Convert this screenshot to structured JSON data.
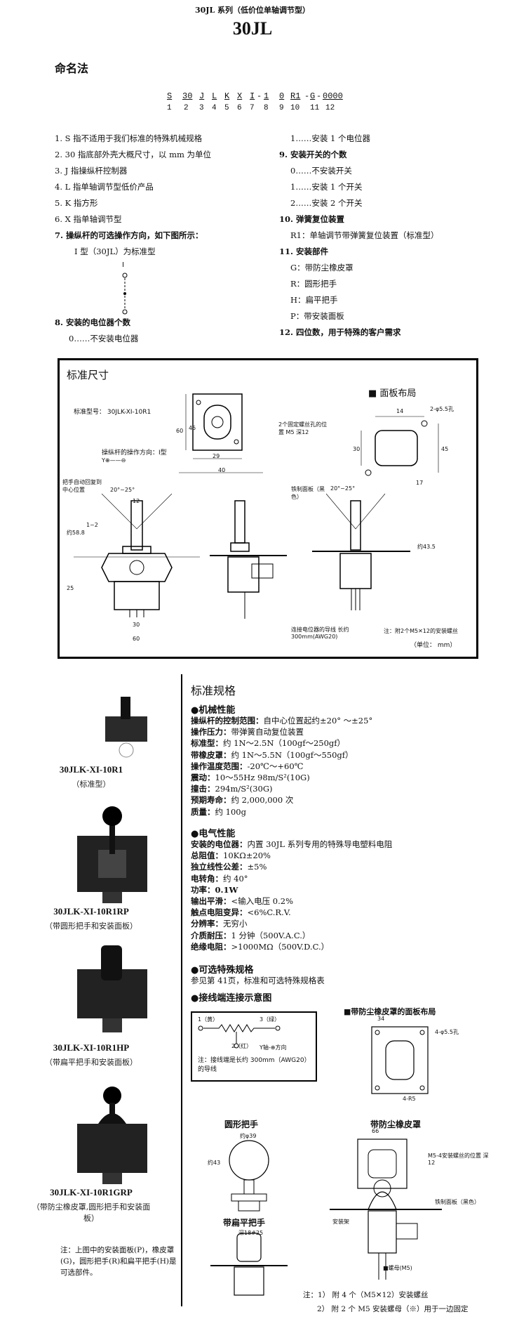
{
  "header": {
    "series": "30JL 系列（低价位单轴调节型）",
    "model": "30JL"
  },
  "naming": {
    "heading": "命名法",
    "code_parts": [
      "S",
      "30",
      "J",
      "L",
      "K",
      "X",
      "I",
      "1",
      "0",
      "R1",
      "G",
      "0000"
    ],
    "code_dashes": [
      "-",
      "-",
      "-"
    ],
    "part_numbers": [
      "1",
      "2",
      "3",
      "4",
      "5",
      "6",
      "7",
      "8",
      "9",
      "10",
      "11",
      "12"
    ],
    "left_items": [
      "1. S 指不适用于我们标准的特殊机械规格",
      "2. 30 指底部外壳大概尺寸，以 mm 为单位",
      "3. J 指操纵杆控制器",
      "4. L 指单轴调节型低价产品",
      "5. K 指方形",
      "6. X 指单轴调节型",
      "7. 操纵杆的可选操作方向，如下图所示：",
      "I 型（30JL）为标准型",
      "8. 安装的电位器个数",
      "0……不安装电位器"
    ],
    "right_items": [
      "1……安装 1 个电位器",
      "9. 安装开关的个数",
      "0……不安装开关",
      "1……安装 1 个开关",
      "2……安装 2 个开关",
      "10. 弹簧复位装置",
      "R1：单轴调节带弹簧复位装置（标准型）",
      "11. 安装部件",
      "G：带防尘橡皮罩",
      "R：圆形把手",
      "H：扁平把手",
      "P：带安装面板",
      "12. 四位数，用于特殊的客户需求"
    ],
    "diagram_label": "I"
  },
  "dimensions": {
    "title": "标准尺寸",
    "panel_layout": "■ 面板布局",
    "standard_model": "标准型号： 30JLK-XI-10R1",
    "direction": "操纵杆的操作方向：I型",
    "y_axis": "Y⊕——⊖",
    "return_note": "把手自动回复到中心位置",
    "mount_note": "2个固定螺丝孔的位置 M5 深12",
    "panel_note": "铁制面板（黑色）",
    "wire_note": "连接电位器的导线 长约300mm(AWG20)",
    "screw_note": "注：附2个M5✕12的安装螺丝",
    "unit": "（单位： mm）",
    "dims": [
      "60",
      "45",
      "29",
      "40",
      "14",
      "2-φ5.5孔",
      "30",
      "45",
      "17",
      "约58.8",
      "25",
      "30",
      "60",
      "约43.5",
      "20°~25°",
      "20°~25°",
      "1~2",
      "12"
    ]
  },
  "products": [
    {
      "name": "30JLK-XI-10R1",
      "sub": "（标准型）"
    },
    {
      "name": "30JLK-XI-10R1RP",
      "sub": "（带圆形把手和安装面板）"
    },
    {
      "name": "30JLK-XI-10R1HP",
      "sub": "（带扁平把手和安装面板）"
    },
    {
      "name": "30JLK-XI-10R1GRP",
      "sub": "（带防尘橡皮罩,圆形把手和安装面板）"
    }
  ],
  "products_note": "注：上图中的安装面板(P)，橡皮罩(G)，圆形把手(R)和扁平把手(H)是可选部件。",
  "specs": {
    "title": "标准规格",
    "mechanical": {
      "heading": "●机械性能",
      "rows": [
        {
          "k": "操纵杆的控制范围：",
          "v": "自中心位置起约±20° ～±25°"
        },
        {
          "k": "操作压力：",
          "v": "带弹簧自动复位装置"
        },
        {
          "k": "标准型：",
          "v": "约 1N～2.5N（100gf～250gf）"
        },
        {
          "k": "带橡皮罩：",
          "v": "约 1N～5.5N（100gf～550gf）"
        },
        {
          "k": "操作温度范围：",
          "v": "-20℃～+60℃"
        },
        {
          "k": "震动：",
          "v": "10～55Hz 98m/S²(10G)"
        },
        {
          "k": "撞击：",
          "v": "294m/S²(30G)"
        },
        {
          "k": "预期寿命：",
          "v": "约 2,000,000 次"
        },
        {
          "k": "质量：",
          "v": "约 100g"
        }
      ]
    },
    "electrical": {
      "heading": "●电气性能",
      "rows": [
        {
          "k": "安装的电位器：",
          "v": "内置 30JL 系列专用的特殊导电塑料电阻"
        },
        {
          "k": "总阻值：",
          "v": "10KΩ±20%"
        },
        {
          "k": "独立线性公差：",
          "v": "±5%"
        },
        {
          "k": "电转角：",
          "v": "约 40°"
        },
        {
          "k": "功率：",
          "v": "0.1W"
        },
        {
          "k": "输出平滑：",
          "v": "<输入电压 0.2%"
        },
        {
          "k": "触点电阻变异：",
          "v": "<6%C.R.V."
        },
        {
          "k": "分辨率：",
          "v": "无穷小"
        },
        {
          "k": "介质耐压：",
          "v": "1 分钟（500V.A.C.）"
        },
        {
          "k": "绝缘电阻：",
          "v": ">1000MΩ（500V.D.C.）"
        }
      ]
    },
    "optional": {
      "heading": "●可选特殊规格",
      "text": "参见第 41页，标准和可选特殊规格表"
    },
    "wiring": {
      "heading": "●接线端连接示意图",
      "t1": "1（黄）",
      "t3": "3（绿）",
      "t2": "2（红）",
      "y_dir": "Y轴-⊕方向",
      "note": "注：接线端是长约 300mm（AWG20）的导线"
    }
  },
  "accessories": {
    "rubber_panel_title": "■带防尘橡皮罩的面板布局",
    "round_handle": "圆形把手",
    "rubber_boot": "带防尘橡皮罩",
    "flat_handle": "带扁平把手",
    "notes": [
      "注：1） 附 4 个（M5✕12）安装螺丝",
      "2） 附 2 个 M5 安装螺母（※）用于一边固定"
    ],
    "small_labels": [
      "M5-4安装螺丝的位置 深12",
      "铁制面板（黑色）",
      "■螺母(M5)",
      "安装架",
      "深18#25",
      "约φ39",
      "约43",
      "34",
      "4-φ5.5孔",
      "4-R5",
      "66"
    ]
  },
  "colors": {
    "ink": "#111111",
    "frame": "#000000",
    "watermark": "#b8c4d6"
  }
}
